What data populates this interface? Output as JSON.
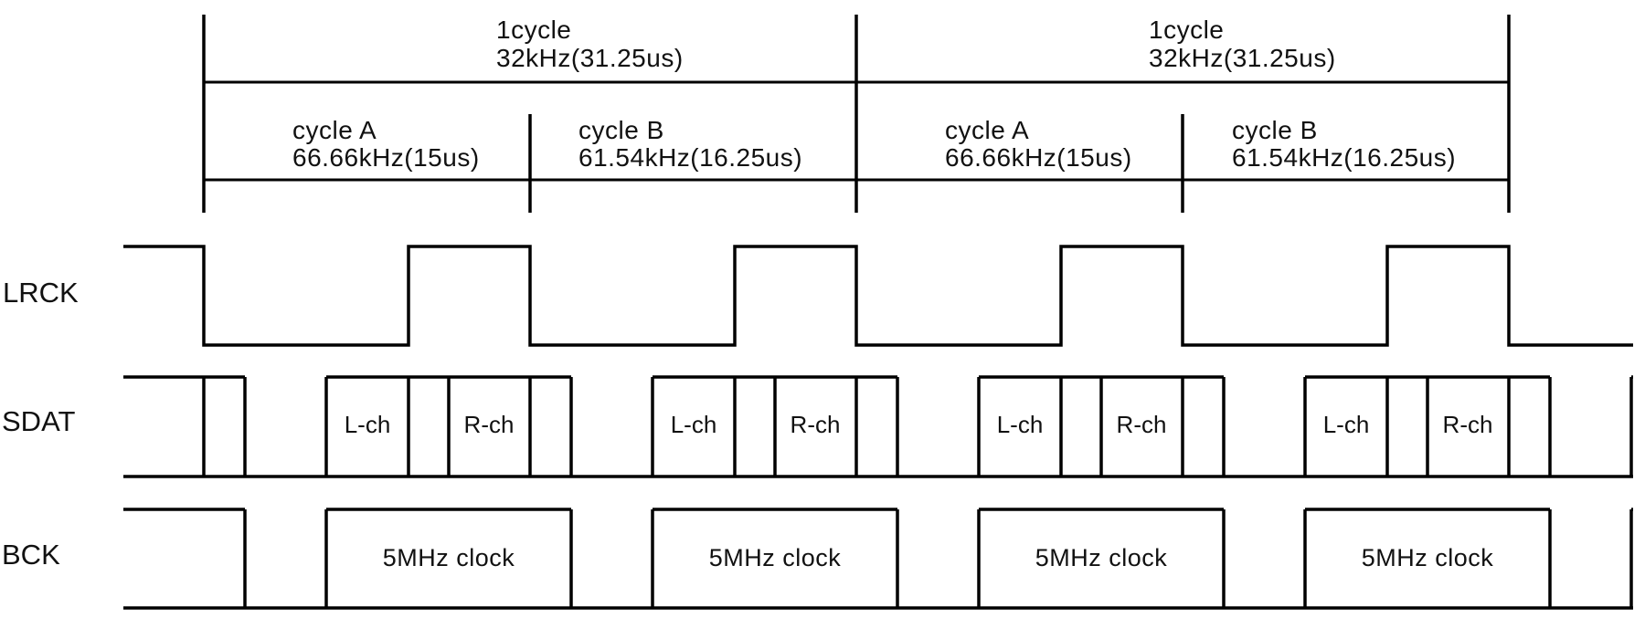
{
  "colors": {
    "line": "#000000",
    "text": "#111111",
    "background": "#ffffff"
  },
  "annotation": {
    "cycle_groups": [
      {
        "line1": "1cycle",
        "line2": "32kHz(31.25us)"
      },
      {
        "line1": "1cycle",
        "line2": "32kHz(31.25us)"
      }
    ],
    "subcycles": [
      {
        "line1": "cycle A",
        "line2": "66.66kHz(15us)"
      },
      {
        "line1": "cycle B",
        "line2": "61.54kHz(16.25us)"
      },
      {
        "line1": "cycle A",
        "line2": "66.66kHz(15us)"
      },
      {
        "line1": "cycle B",
        "line2": "61.54kHz(16.25us)"
      }
    ]
  },
  "signals": {
    "lrck": {
      "label": "LRCK"
    },
    "sdat": {
      "label": "SDAT",
      "cells": [
        {
          "l": "L-ch",
          "r": "R-ch"
        },
        {
          "l": "L-ch",
          "r": "R-ch"
        },
        {
          "l": "L-ch",
          "r": "R-ch"
        },
        {
          "l": "L-ch",
          "r": "R-ch"
        }
      ]
    },
    "bck": {
      "label": "BCK",
      "boxes": [
        {
          "label": "5MHz clock"
        },
        {
          "label": "5MHz clock"
        },
        {
          "label": "5MHz clock"
        },
        {
          "label": "5MHz clock"
        }
      ]
    }
  }
}
